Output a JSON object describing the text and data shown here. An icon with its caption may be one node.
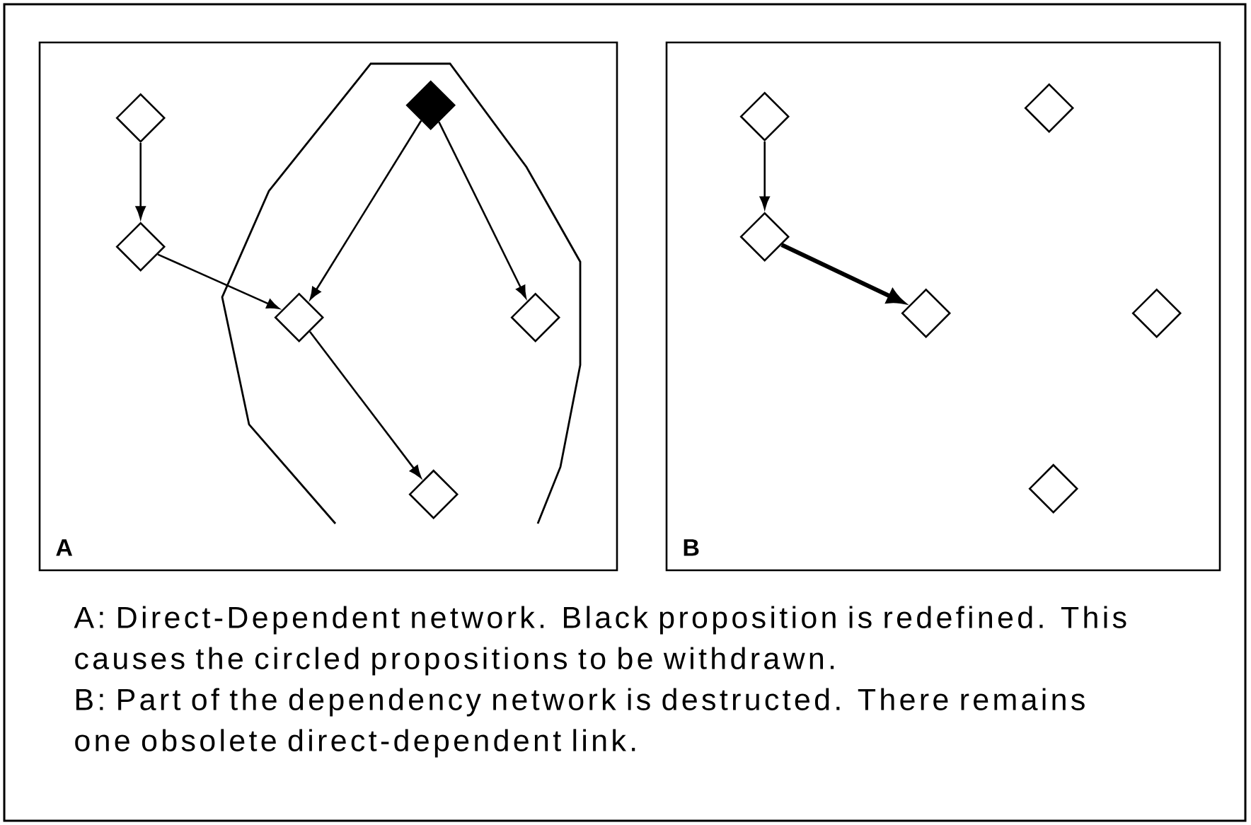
{
  "diagram": {
    "nodes": [
      {
        "text": [
          "A"
        ]
      },
      {
        "text": [],
        "shape": "diamond",
        "in": 0
      },
      {
        "text": [],
        "shape": "diamond",
        "in": 0
      },
      {
        "text": [],
        "shape": "filled-diamond",
        "in": 0
      },
      {
        "text": [],
        "shape": "diamond",
        "in": 0
      },
      {
        "text": [],
        "shape": "diamond",
        "in": 0
      },
      {
        "text": [],
        "shape": "diamond",
        "in": 0
      },
      {
        "text": [
          "B"
        ]
      },
      {
        "text": [],
        "shape": "diamond",
        "in": 7
      },
      {
        "text": [],
        "shape": "diamond",
        "in": 7
      },
      {
        "text": [],
        "shape": "diamond",
        "in": 7
      },
      {
        "text": [],
        "shape": "diamond",
        "in": 7
      },
      {
        "text": [],
        "shape": "diamond",
        "in": 7
      },
      {
        "text": [],
        "shape": "diamond",
        "in": 7
      }
    ],
    "edges": [
      {
        "from": 1,
        "to": 2,
        "arrow": "to"
      },
      {
        "from": 2,
        "to": 4,
        "arrow": "to"
      },
      {
        "from": 3,
        "to": 4,
        "arrow": "to"
      },
      {
        "from": 3,
        "to": 5,
        "arrow": "to"
      },
      {
        "from": 4,
        "to": 6,
        "arrow": "to"
      },
      {
        "from": 8,
        "to": 10,
        "arrow": "to"
      },
      {
        "from": 10,
        "to": 11,
        "arrow": "to",
        "style": "thick"
      }
    ],
    "labels": [
      "A: Direct-Dependent network.  Black proposition is redefined. This causes the circled propositions to be withdrawn.",
      "B: Part of the dependency network is destructed.  There remains one obsolete direct-dependent link."
    ]
  }
}
